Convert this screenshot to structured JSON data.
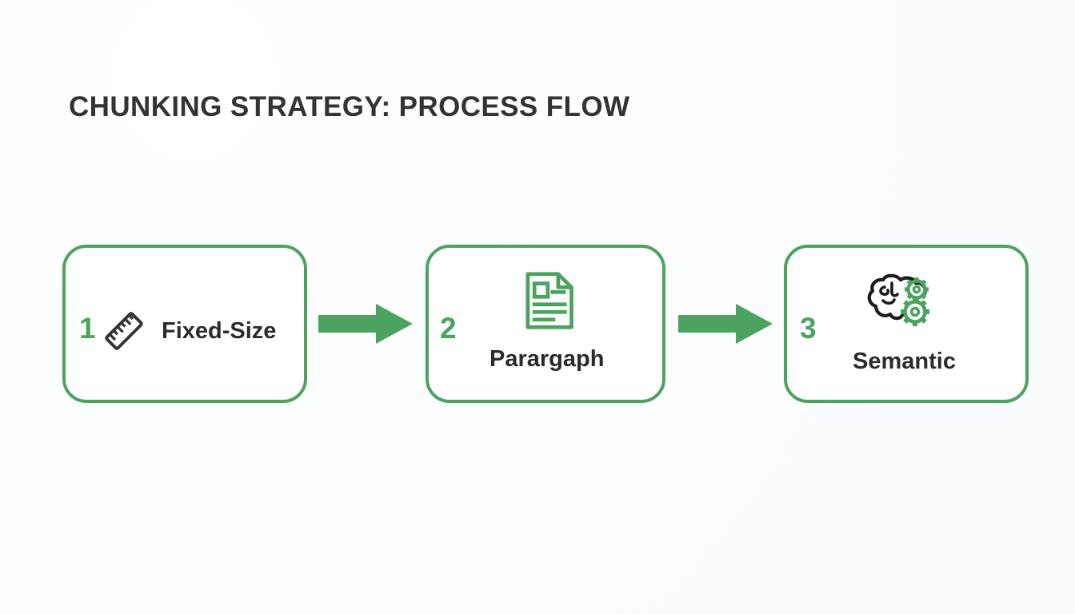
{
  "slide": {
    "title": "CHUNKING STRATEGY: PROCESS FLOW",
    "background_color": "#fdfdfe",
    "accent_color": "#4ca35f",
    "title_color": "#333333",
    "label_color": "#2b2b2b"
  },
  "flow": {
    "steps": [
      {
        "number": "1",
        "label": "Fixed-Size",
        "icon": "ruler-icon",
        "icon_color": "#333333",
        "icon_position": "inline-left"
      },
      {
        "number": "2",
        "label": "Parargaph",
        "icon": "document-icon",
        "icon_color": "#4ca35f",
        "icon_position": "above"
      },
      {
        "number": "3",
        "label": "Semantic",
        "icon": "brain-gears-icon",
        "icon_color": "#4ca35f",
        "icon_position": "above"
      }
    ],
    "connectors": [
      {
        "name": "arrow-1-to-2",
        "icon": "arrow-right-icon",
        "color": "#4ca35f"
      },
      {
        "name": "arrow-2-to-3",
        "icon": "arrow-right-icon",
        "color": "#4ca35f"
      }
    ]
  }
}
